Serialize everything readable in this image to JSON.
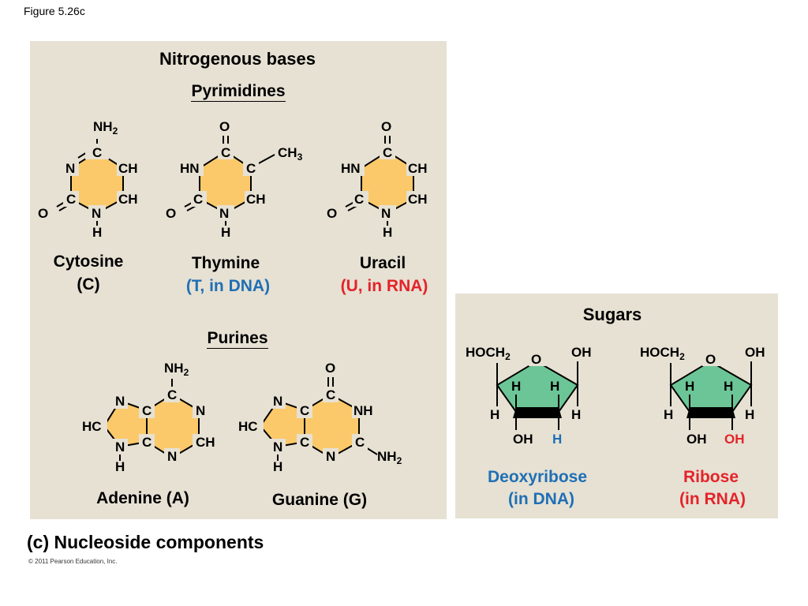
{
  "figure_label": "Figure 5.26c",
  "bases": {
    "title": "Nitrogenous bases",
    "pyrimidines_label": "Pyrimidines",
    "purines_label": "Purines",
    "cytosine": {
      "name": "Cytosine",
      "abbr": "(C)"
    },
    "thymine": {
      "name": "Thymine",
      "note": "(T, in DNA)"
    },
    "uracil": {
      "name": "Uracil",
      "note": "(U, in RNA)"
    },
    "adenine": {
      "name": "Adenine (A)"
    },
    "guanine": {
      "name": "Guanine (G)"
    }
  },
  "sugars": {
    "title": "Sugars",
    "deoxyribose": {
      "name": "Deoxyribose",
      "note": "(in DNA)"
    },
    "ribose": {
      "name": "Ribose",
      "note": "(in RNA)"
    }
  },
  "atoms": {
    "nh2": "NH",
    "sub2": "2",
    "sub3": "2",
    "ch3": "CH",
    "o": "O",
    "n": "N",
    "c": "C",
    "ch": "CH",
    "hn": "HN",
    "h": "H",
    "hc": "HC",
    "nh": "NH",
    "hoch": "HOCH",
    "oh": "OH"
  },
  "colors": {
    "base_ring": "#fbc96a",
    "sugar_ring": "#6cc596",
    "dna_blue": "#1f6fb5",
    "rna_red": "#e4232a",
    "panel_bg": "#e6e1d3"
  },
  "caption": "(c) Nucleoside components",
  "copyright": "© 2011 Pearson Education, Inc."
}
